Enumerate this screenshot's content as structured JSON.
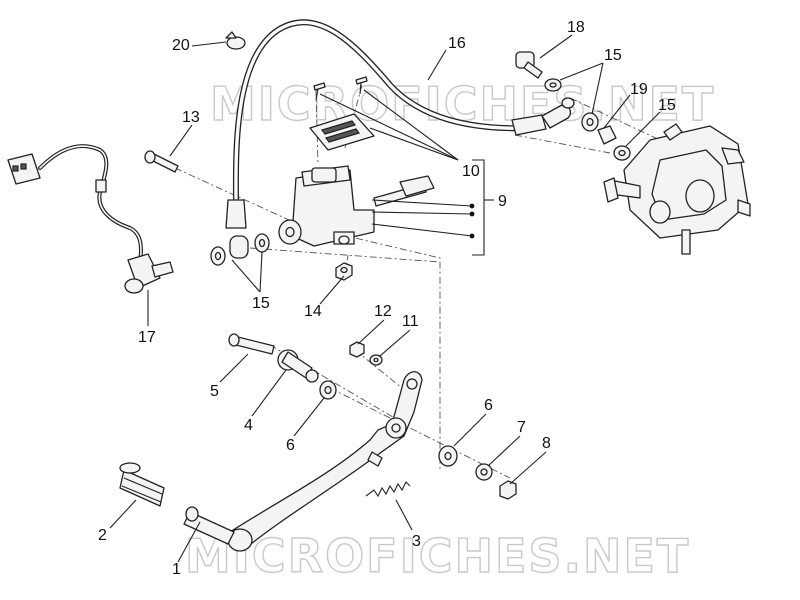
{
  "watermark": {
    "top": "MICROFICHES.NET",
    "bottom": "MICROFICHES.NET"
  },
  "callouts": {
    "c1": "1",
    "c2": "2",
    "c3": "3",
    "c4": "4",
    "c5": "5",
    "c6a": "6",
    "c6b": "6",
    "c7": "7",
    "c8": "8",
    "c9": "9",
    "c10": "10",
    "c11": "11",
    "c12": "12",
    "c13": "13",
    "c14": "14",
    "c15a": "15",
    "c15b": "15",
    "c15c": "15",
    "c16": "16",
    "c17": "17",
    "c18": "18",
    "c19": "19",
    "c20": "20"
  }
}
